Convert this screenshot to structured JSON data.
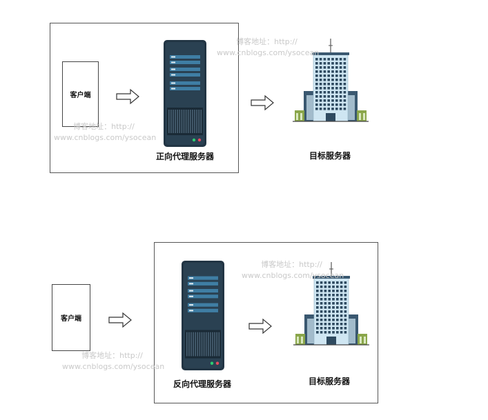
{
  "forward": {
    "client_label": "客户端",
    "proxy_label": "正向代理服务器",
    "target_label": "目标服务器"
  },
  "reverse": {
    "client_label": "客户端",
    "proxy_label": "反向代理服务器",
    "target_label": "目标服务器"
  },
  "watermark": {
    "line1": "博客地址：http://",
    "line2": "www.cnblogs.com/ysocean"
  },
  "icons": {
    "arrow": "hollow-right-arrow-icon",
    "server": "server-rack-icon",
    "building": "office-building-icon"
  },
  "colors": {
    "server_body": "#223544",
    "server_slot": "#3f7ea4",
    "building_glass": "#cfe6f2",
    "building_dark": "#3a5870",
    "building_green": "#8aa64a"
  }
}
